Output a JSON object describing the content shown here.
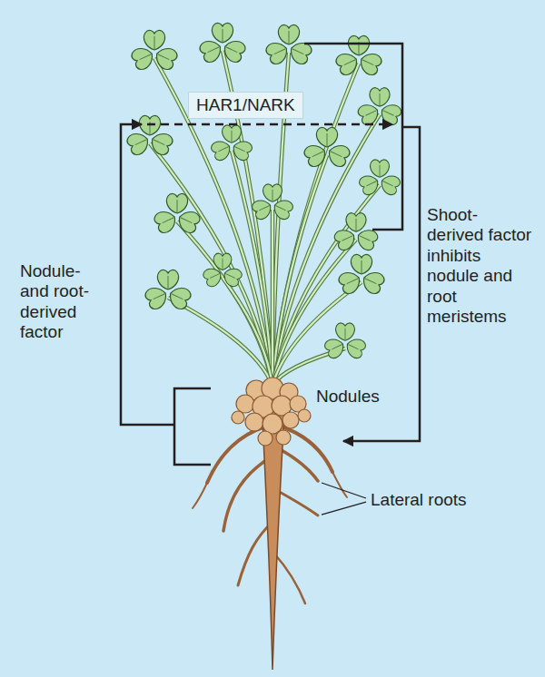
{
  "diagram": {
    "nodes": [
      {
        "text": [
          "HAR1/NARK"
        ]
      }
    ],
    "labels": [
      "Nodule- and root- derived factor",
      "Shoot- derived factor inhibits nodule and root meristems",
      "Nodules",
      "Lateral roots"
    ]
  }
}
